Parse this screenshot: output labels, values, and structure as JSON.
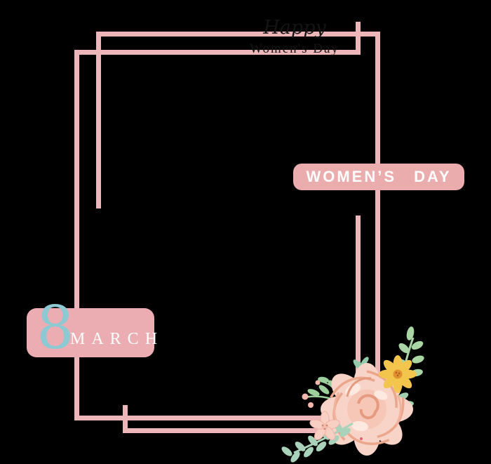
{
  "canvas": {
    "background": "#000000"
  },
  "frame": {
    "line_color": "#edb6b9"
  },
  "hidden_text": {
    "line1": "Happy",
    "line2": "Women's Day",
    "color": "#141414"
  },
  "banner": {
    "label": "WOMEN’S DAY",
    "background": "#ebacae",
    "text_color": "#ffffff"
  },
  "badge": {
    "day": "8",
    "month": "MARCH",
    "background": "#ecadb2",
    "day_color": "#8cc9d2",
    "month_color": "#ffffff"
  },
  "flowers": {
    "icons": [
      "rose-flower-icon",
      "yellow-flower-icon",
      "small-peach-flower-icon",
      "sage-branch-icon",
      "mint-fern-icon",
      "leafy-branch-icon"
    ],
    "colors": {
      "rose_petal": "#f8d3c7",
      "rose_mid": "#f6c7b6",
      "rose_shade": "#eba78c",
      "rose_light": "#fde9e0",
      "sage_green": "#a9d4a4",
      "mint_green": "#92cbac",
      "leaf_green": "#a8d2ba",
      "yellow_petal": "#f3c54d",
      "yellow_center": "#e0902f",
      "peach_petal": "#f8cfc3",
      "bud_pink": "#f2b6ac",
      "accent_dot": "#e4606d"
    }
  }
}
